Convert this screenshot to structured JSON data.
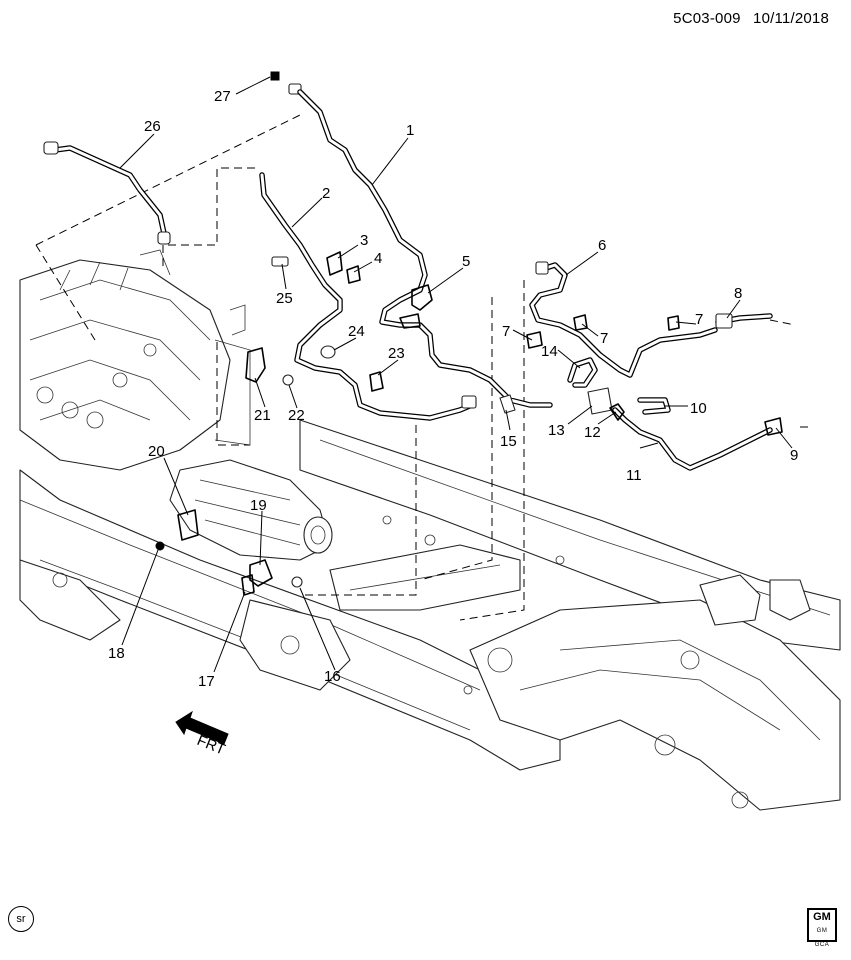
{
  "header": {
    "diagram_code": "5C03-009",
    "date": "10/11/2018"
  },
  "callouts": [
    "1",
    "2",
    "3",
    "4",
    "5",
    "6",
    "7",
    "7",
    "7",
    "8",
    "9",
    "10",
    "11",
    "12",
    "13",
    "14",
    "15",
    "16",
    "17",
    "18",
    "19",
    "20",
    "21",
    "22",
    "23",
    "24",
    "25",
    "26",
    "27"
  ],
  "direction_label": "FRT",
  "badges": {
    "sr": "sr",
    "gm": "GM",
    "gm_sub": "GM GCA"
  }
}
